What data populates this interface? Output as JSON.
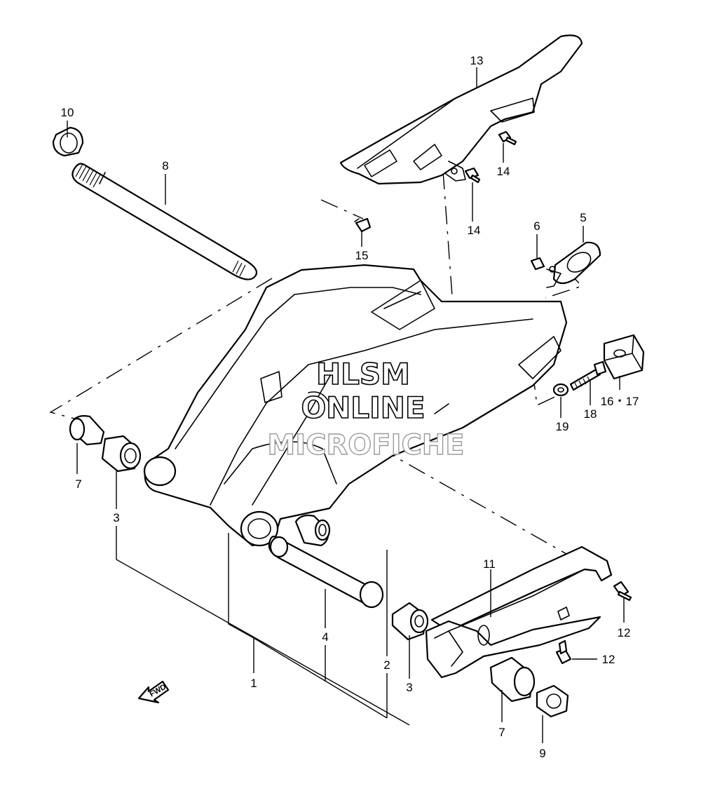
{
  "watermark": {
    "line1": "HLSM",
    "line2": "ONLINE",
    "line3": "MICROFICHE"
  },
  "fwd_label": "FWD",
  "callouts": [
    {
      "id": "1",
      "text": "1"
    },
    {
      "id": "2",
      "text": "2"
    },
    {
      "id": "3a",
      "text": "3"
    },
    {
      "id": "3b",
      "text": "3"
    },
    {
      "id": "4",
      "text": "4"
    },
    {
      "id": "5",
      "text": "5"
    },
    {
      "id": "6",
      "text": "6"
    },
    {
      "id": "7a",
      "text": "7"
    },
    {
      "id": "7b",
      "text": "7"
    },
    {
      "id": "8",
      "text": "8"
    },
    {
      "id": "9",
      "text": "9"
    },
    {
      "id": "10",
      "text": "10"
    },
    {
      "id": "11",
      "text": "11"
    },
    {
      "id": "12a",
      "text": "12"
    },
    {
      "id": "12b",
      "text": "12"
    },
    {
      "id": "13",
      "text": "13"
    },
    {
      "id": "14a",
      "text": "14"
    },
    {
      "id": "14b",
      "text": "14"
    },
    {
      "id": "15",
      "text": "15"
    },
    {
      "id": "1617",
      "text": "16・17"
    },
    {
      "id": "18",
      "text": "18"
    },
    {
      "id": "19",
      "text": "19"
    }
  ]
}
